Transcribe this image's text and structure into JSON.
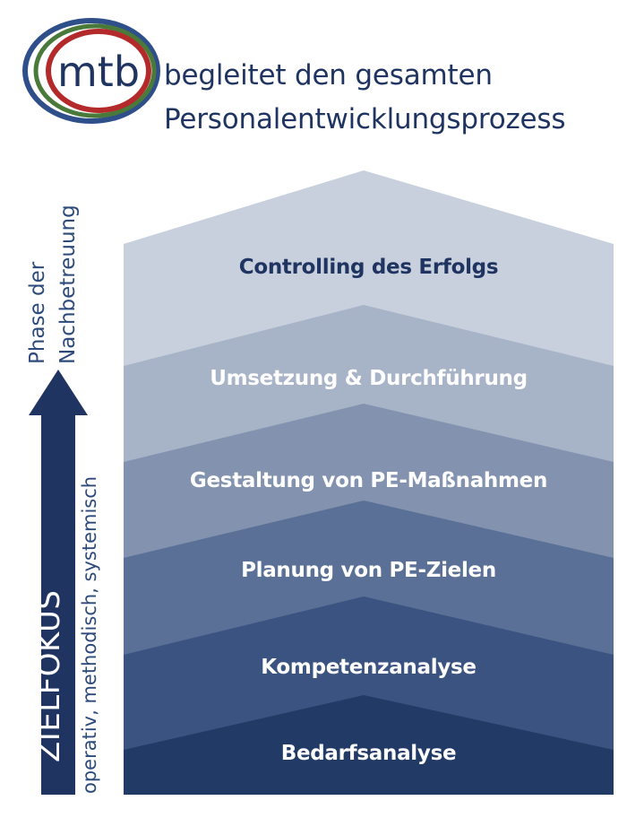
{
  "logo": {
    "text": "mtb"
  },
  "headline": {
    "line1": "begleitet den gesamten",
    "line2": "Personalentwicklungsprozess"
  },
  "side": {
    "phase_line1": "Phase der",
    "phase_line2": "Nachbetreuung",
    "arrow_label": "ZIELFOKUS",
    "arrow_subtitle": "operativ, methodisch, systemisch"
  },
  "stages": [
    {
      "label": "Bedarfsanalyse",
      "fill": "#223a66",
      "text_color": "#ffffff"
    },
    {
      "label": "Kompetenzanalyse",
      "fill": "#3a5380",
      "text_color": "#ffffff"
    },
    {
      "label": "Planung von PE-Zielen",
      "fill": "#5a7096",
      "text_color": "#ffffff"
    },
    {
      "label": "Gestaltung von PE-Maßnahmen",
      "fill": "#8393af",
      "text_color": "#ffffff"
    },
    {
      "label": "Umsetzung & Durchführung",
      "fill": "#a7b3c7",
      "text_color": "#ffffff"
    },
    {
      "label": "Controlling des Erfolgs",
      "fill": "#c8d0dd",
      "text_color": "#1f3461"
    }
  ],
  "colors": {
    "navy": "#1f3461",
    "ring_blue": "#2f4f8a",
    "ring_red": "#b42a2a",
    "ring_green": "#4a7a3a",
    "arrow": "#1f3461"
  }
}
